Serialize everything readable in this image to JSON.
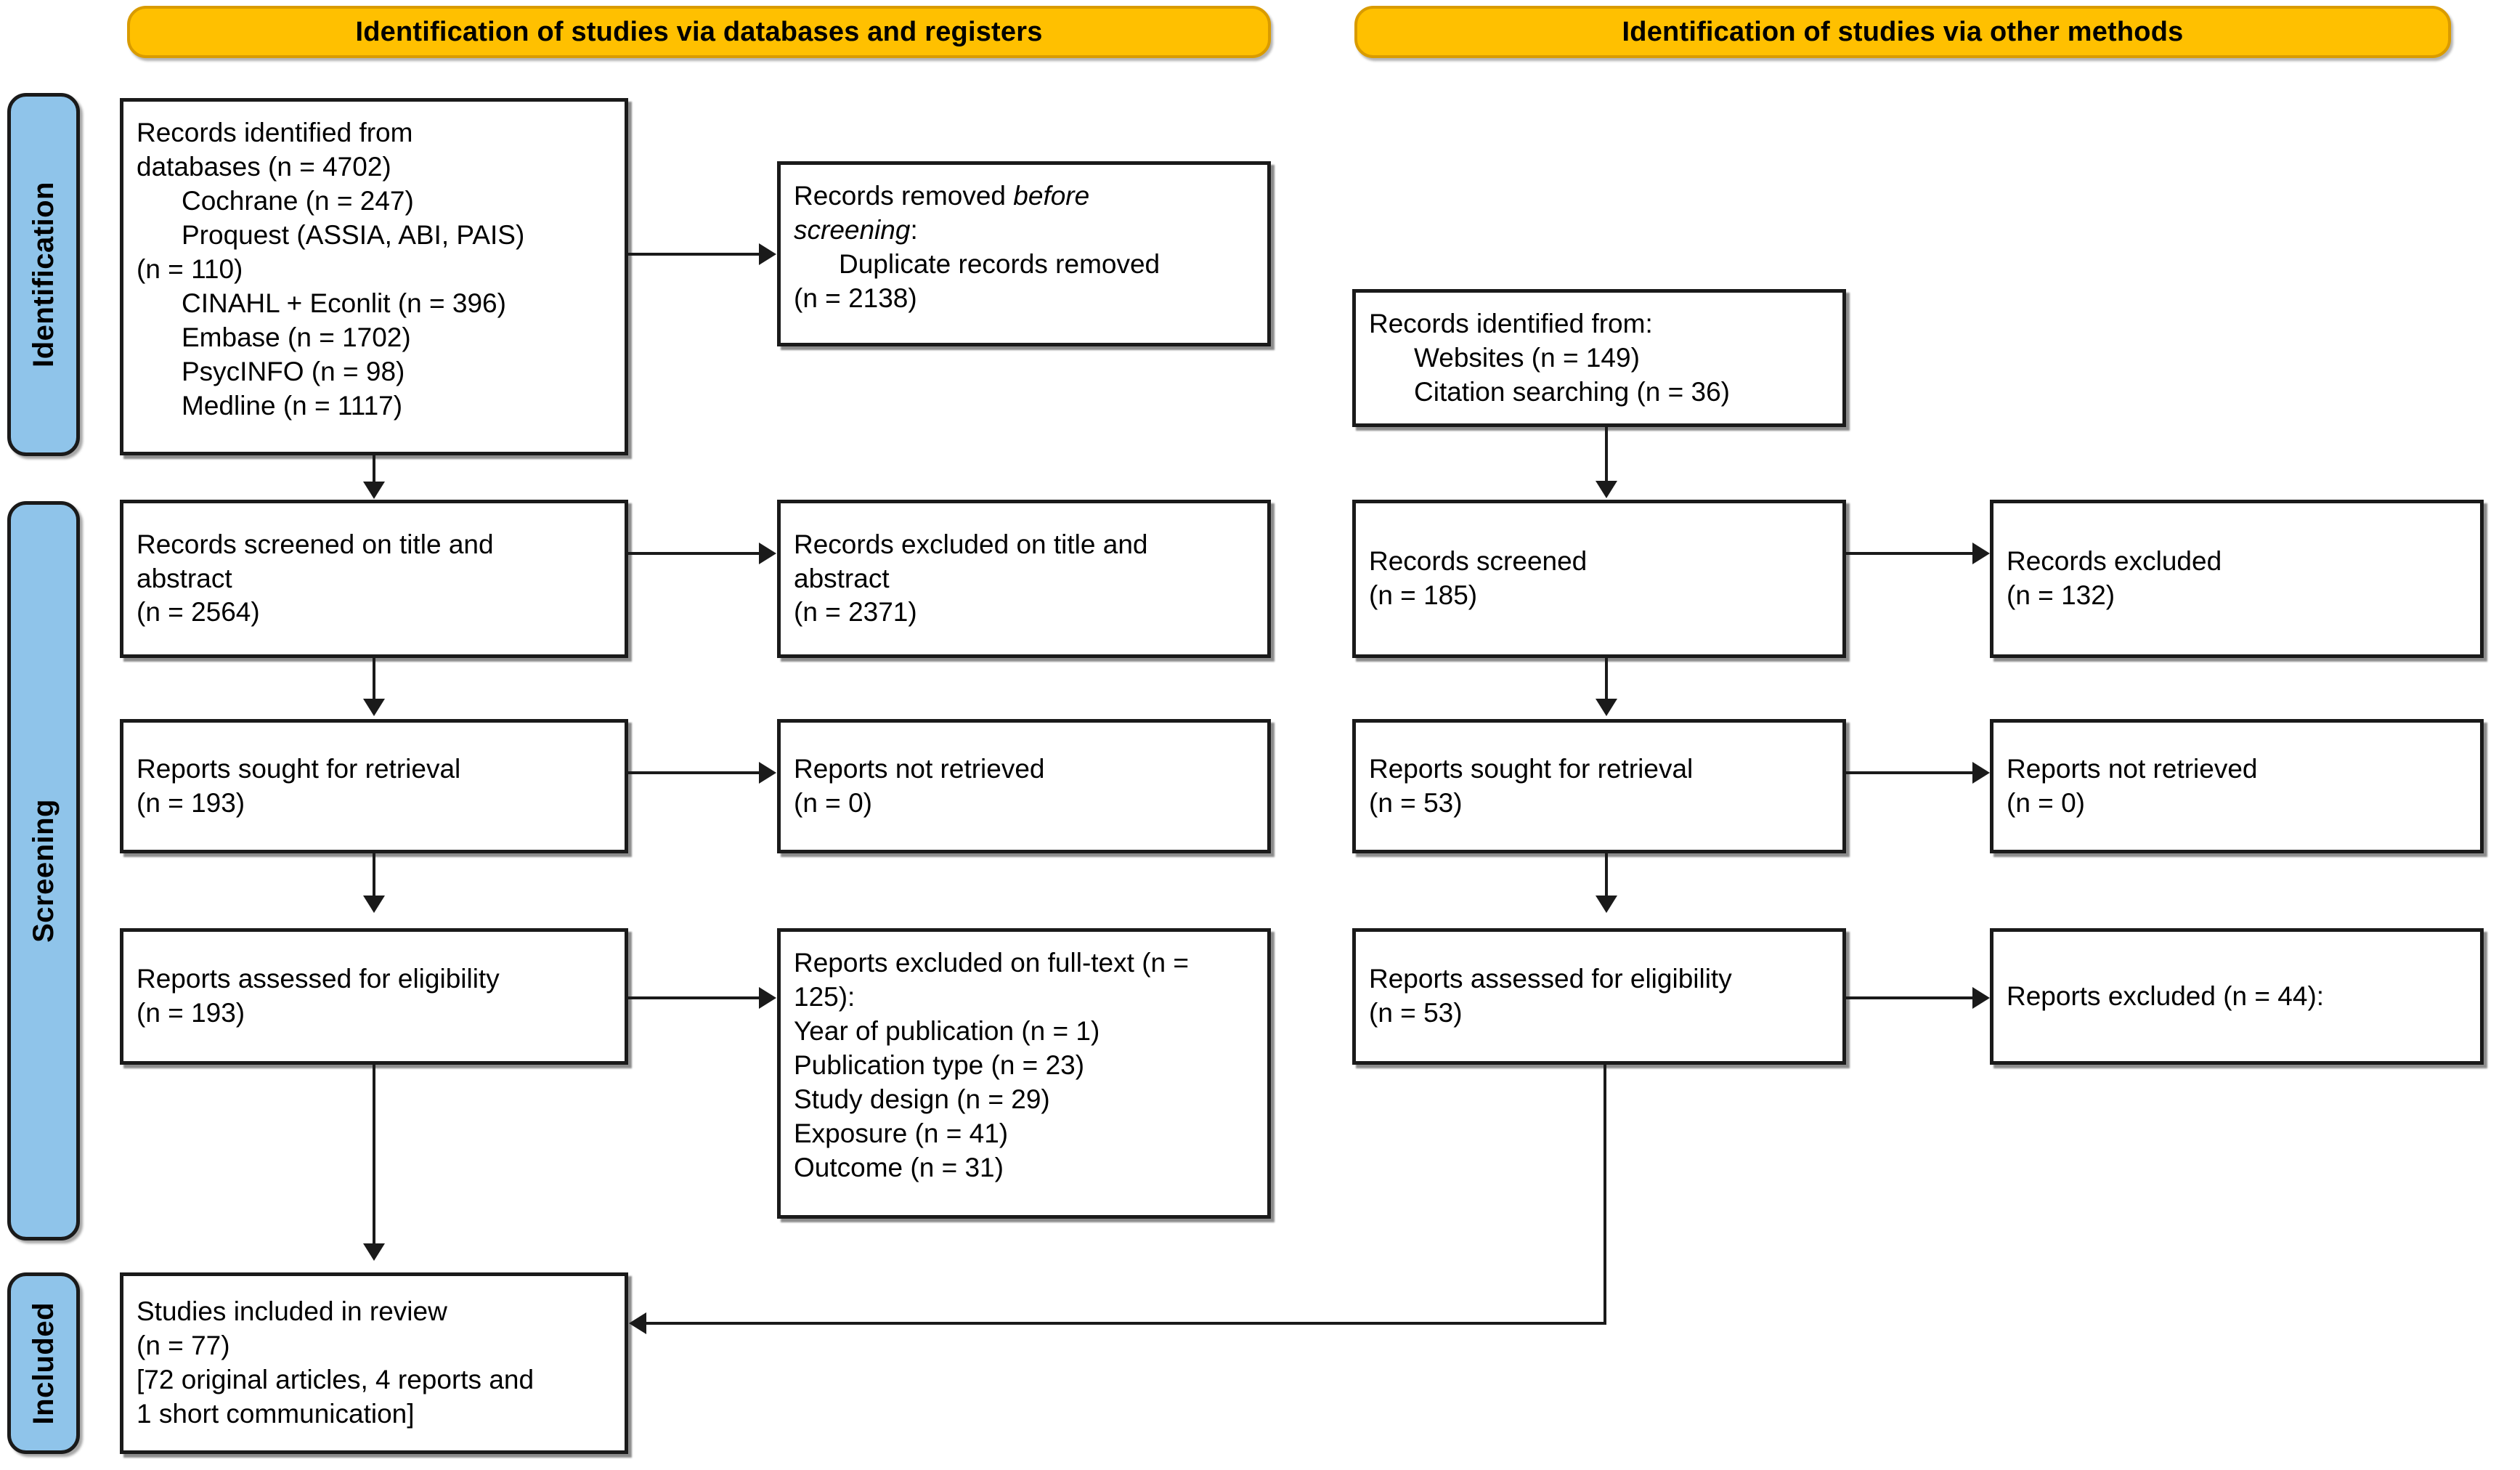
{
  "colors": {
    "header_fill": "#FFC000",
    "header_border": "#D99B00",
    "stage_fill": "#8FC4EA",
    "stroke": "#1A1A1A",
    "box_fill": "#FFFFFF"
  },
  "headers": {
    "databases": "Identification of studies via databases and registers",
    "other": "Identification of studies via other methods"
  },
  "stages": {
    "identification": "Identification",
    "screening": "Screening",
    "included": "Included"
  },
  "boxes": {
    "records_identified_db": {
      "l1": "Records identified from",
      "l2": "databases (n = 4702)",
      "l3": "Cochrane (n = 247)",
      "l4": "Proquest (ASSIA, ABI, PAIS)",
      "l5": "(n = 110)",
      "l6": "CINAHL + Econlit (n = 396)",
      "l7": "Embase (n = 1702)",
      "l8": "PsycINFO (n = 98)",
      "l9": "Medline (n = 1117)"
    },
    "records_removed": {
      "l1": "Records removed ",
      "l1_ital": "before",
      "l2_ital": "screening",
      "l2_tail": ":",
      "l3": "Duplicate records removed",
      "l4": "(n = 2138)"
    },
    "records_identified_other": {
      "l1": "Records identified from:",
      "l2": "Websites (n = 149)",
      "l3": "Citation searching (n = 36)"
    },
    "records_screened_db": {
      "l1": "Records screened on title and",
      "l2": "abstract",
      "l3": "(n = 2564)"
    },
    "records_excluded_db": {
      "l1": "Records excluded on title and",
      "l2": "abstract",
      "l3": "(n = 2371)"
    },
    "records_screened_other": {
      "l1": "Records screened",
      "l2": "(n = 185)"
    },
    "records_excluded_other": {
      "l1": "Records excluded",
      "l2": "(n = 132)"
    },
    "reports_sought_db": {
      "l1": "Reports sought for retrieval",
      "l2": "(n = 193)"
    },
    "reports_not_retrieved_db": {
      "l1": "Reports not retrieved",
      "l2": "(n = 0)"
    },
    "reports_sought_other": {
      "l1": "Reports sought for retrieval",
      "l2": "(n = 53)"
    },
    "reports_not_retrieved_other": {
      "l1": "Reports not retrieved",
      "l2": "(n = 0)"
    },
    "reports_assessed_db": {
      "l1": "Reports assessed for eligibility",
      "l2": "(n = 193)"
    },
    "reports_excluded_db": {
      "l1": "Reports excluded on full-text (n =",
      "l2": "125):",
      "l3": "Year of publication (n = 1)",
      "l4": "Publication type (n = 23)",
      "l5": "Study design (n = 29)",
      "l6": "Exposure (n = 41)",
      "l7": "Outcome (n = 31)"
    },
    "reports_assessed_other": {
      "l1": "Reports assessed for eligibility",
      "l2": "(n = 53)"
    },
    "reports_excluded_other": {
      "l1": "Reports excluded (n = 44):"
    },
    "studies_included": {
      "l1": "Studies included in review",
      "l2": "(n = 77)",
      "l3": "[72 original articles, 4 reports and",
      "l4": "1 short communication]"
    }
  },
  "chart_data": {
    "type": "diagram",
    "title": "PRISMA 2020 flow diagram",
    "nodes": [
      {
        "id": "records_identified_db",
        "column": "databases",
        "stage": "Identification",
        "label": "Records identified from databases",
        "n": 4702,
        "breakdown": [
          {
            "source": "Cochrane",
            "n": 247
          },
          {
            "source": "Proquest (ASSIA, ABI, PAIS)",
            "n": 110
          },
          {
            "source": "CINAHL + Econlit",
            "n": 396
          },
          {
            "source": "Embase",
            "n": 1702
          },
          {
            "source": "PsycINFO",
            "n": 98
          },
          {
            "source": "Medline",
            "n": 1117
          }
        ]
      },
      {
        "id": "records_removed",
        "column": "databases",
        "stage": "Identification",
        "label": "Records removed before screening: Duplicate records removed",
        "n": 2138
      },
      {
        "id": "records_identified_other",
        "column": "other",
        "stage": "Identification",
        "label": "Records identified from",
        "n": 185,
        "breakdown": [
          {
            "source": "Websites",
            "n": 149
          },
          {
            "source": "Citation searching",
            "n": 36
          }
        ]
      },
      {
        "id": "records_screened_db",
        "column": "databases",
        "stage": "Screening",
        "label": "Records screened on title and abstract",
        "n": 2564
      },
      {
        "id": "records_excluded_db",
        "column": "databases",
        "stage": "Screening",
        "label": "Records excluded on title and abstract",
        "n": 2371
      },
      {
        "id": "records_screened_other",
        "column": "other",
        "stage": "Screening",
        "label": "Records screened",
        "n": 185
      },
      {
        "id": "records_excluded_other",
        "column": "other",
        "stage": "Screening",
        "label": "Records excluded",
        "n": 132
      },
      {
        "id": "reports_sought_db",
        "column": "databases",
        "stage": "Screening",
        "label": "Reports sought for retrieval",
        "n": 193
      },
      {
        "id": "reports_not_retrieved_db",
        "column": "databases",
        "stage": "Screening",
        "label": "Reports not retrieved",
        "n": 0
      },
      {
        "id": "reports_sought_other",
        "column": "other",
        "stage": "Screening",
        "label": "Reports sought for retrieval",
        "n": 53
      },
      {
        "id": "reports_not_retrieved_other",
        "column": "other",
        "stage": "Screening",
        "label": "Reports not retrieved",
        "n": 0
      },
      {
        "id": "reports_assessed_db",
        "column": "databases",
        "stage": "Screening",
        "label": "Reports assessed for eligibility",
        "n": 193
      },
      {
        "id": "reports_excluded_db",
        "column": "databases",
        "stage": "Screening",
        "label": "Reports excluded on full-text",
        "n": 125,
        "breakdown": [
          {
            "reason": "Year of publication",
            "n": 1
          },
          {
            "reason": "Publication type",
            "n": 23
          },
          {
            "reason": "Study design",
            "n": 29
          },
          {
            "reason": "Exposure",
            "n": 41
          },
          {
            "reason": "Outcome",
            "n": 31
          }
        ]
      },
      {
        "id": "reports_assessed_other",
        "column": "other",
        "stage": "Screening",
        "label": "Reports assessed for eligibility",
        "n": 53
      },
      {
        "id": "reports_excluded_other",
        "column": "other",
        "stage": "Screening",
        "label": "Reports excluded",
        "n": 44
      },
      {
        "id": "studies_included",
        "column": "databases",
        "stage": "Included",
        "label": "Studies included in review",
        "n": 77,
        "note": "[72 original articles, 4 reports and 1 short communication]"
      }
    ],
    "edges": [
      {
        "from": "records_identified_db",
        "to": "records_removed",
        "direction": "right"
      },
      {
        "from": "records_identified_db",
        "to": "records_screened_db",
        "direction": "down"
      },
      {
        "from": "records_screened_db",
        "to": "records_excluded_db",
        "direction": "right"
      },
      {
        "from": "records_screened_db",
        "to": "reports_sought_db",
        "direction": "down"
      },
      {
        "from": "reports_sought_db",
        "to": "reports_not_retrieved_db",
        "direction": "right"
      },
      {
        "from": "reports_sought_db",
        "to": "reports_assessed_db",
        "direction": "down"
      },
      {
        "from": "reports_assessed_db",
        "to": "reports_excluded_db",
        "direction": "right"
      },
      {
        "from": "reports_assessed_db",
        "to": "studies_included",
        "direction": "down"
      },
      {
        "from": "records_identified_other",
        "to": "records_screened_other",
        "direction": "down"
      },
      {
        "from": "records_screened_other",
        "to": "records_excluded_other",
        "direction": "right"
      },
      {
        "from": "records_screened_other",
        "to": "reports_sought_other",
        "direction": "down"
      },
      {
        "from": "reports_sought_other",
        "to": "reports_not_retrieved_other",
        "direction": "right"
      },
      {
        "from": "reports_sought_other",
        "to": "reports_assessed_other",
        "direction": "down"
      },
      {
        "from": "reports_assessed_other",
        "to": "reports_excluded_other",
        "direction": "right"
      },
      {
        "from": "reports_assessed_other",
        "to": "studies_included",
        "direction": "elbow-left"
      }
    ]
  }
}
